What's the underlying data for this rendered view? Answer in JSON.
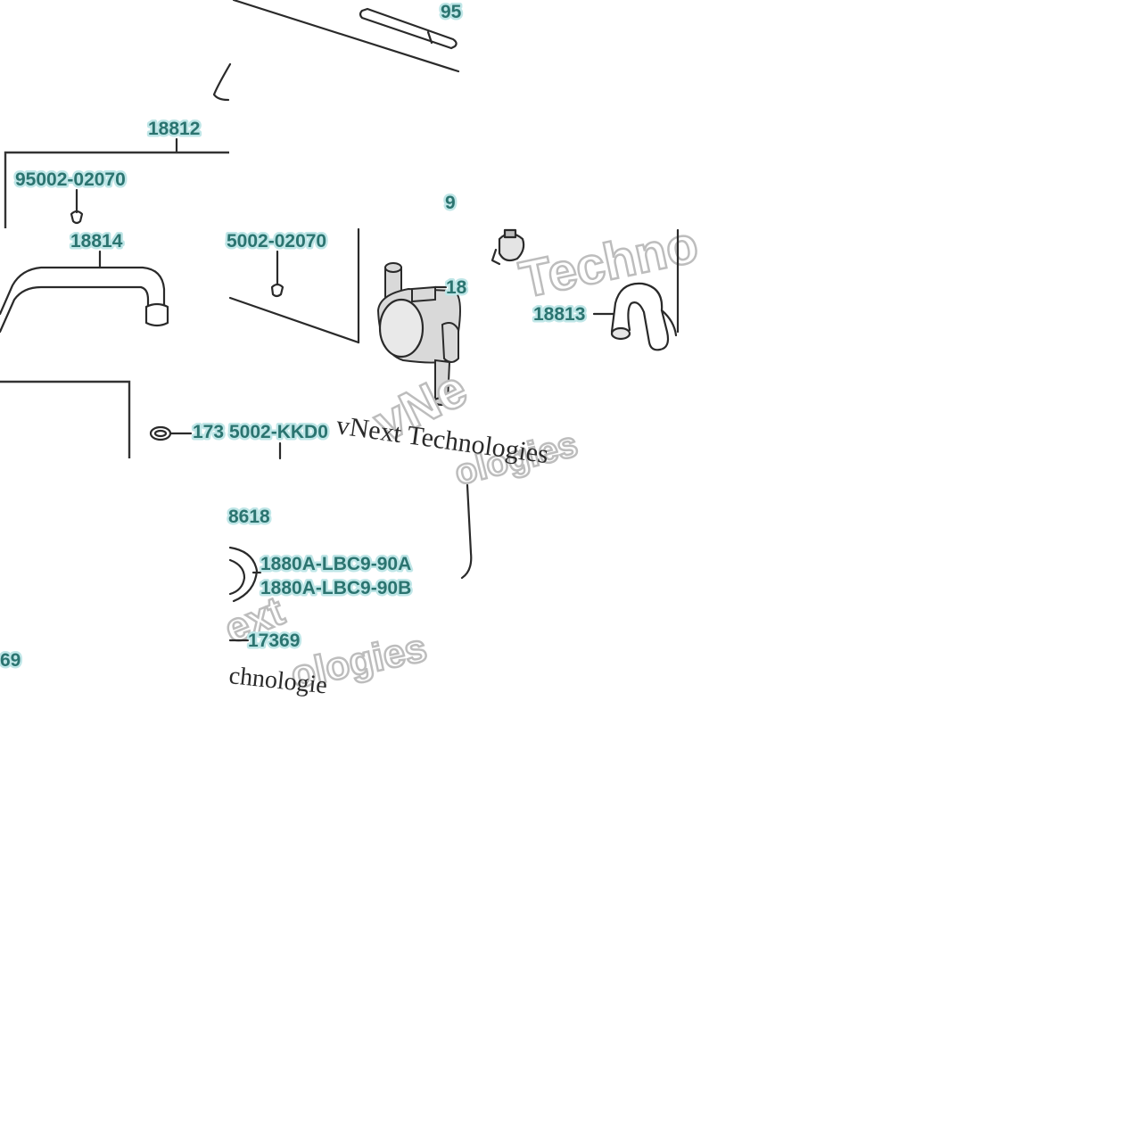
{
  "labels": {
    "l_95_top": "95",
    "l_18812": "18812",
    "l_95002_02070_a": "95002-02070",
    "l_18814": "18814",
    "l_95_mid": "9",
    "l_5002_02070": "5002-02070",
    "l_18_clip": "18",
    "l_18813": "18813",
    "l_173": "173",
    "l_5002_kkd0": "5002-KKD0",
    "l_8618": "8618",
    "l_1880a_90a": "1880A-LBC9-90A",
    "l_1880a_90b": "1880A-LBC9-90B",
    "l_17369": "17369",
    "l_69": "69"
  },
  "watermarks": {
    "w1": "Techno",
    "w2": "vNext Technologies",
    "w3": "vNe",
    "w4": "ologies",
    "w5": "ext",
    "w6": "ologies",
    "w7": "chnologie"
  }
}
